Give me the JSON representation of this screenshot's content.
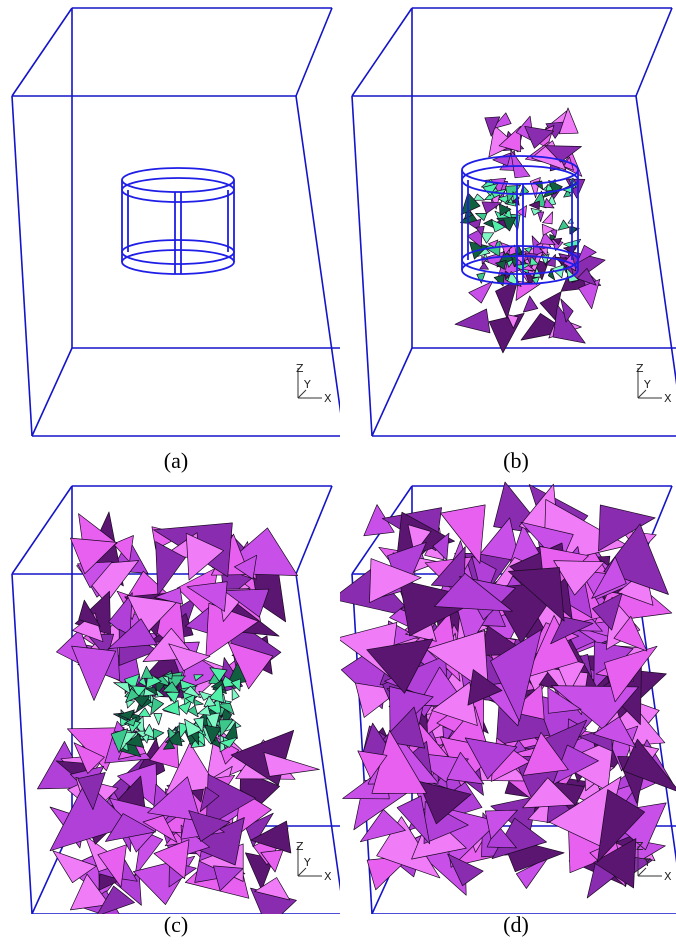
{
  "figure": {
    "panels": [
      {
        "id": "a",
        "caption": "(a)",
        "stage": "empty-box-with-cylinder"
      },
      {
        "id": "b",
        "caption": "(b)",
        "stage": "initial-fragments"
      },
      {
        "id": "c",
        "caption": "(c)",
        "stage": "expanding-fragments"
      },
      {
        "id": "d",
        "caption": "(d)",
        "stage": "filled-volume"
      }
    ],
    "axis_labels": {
      "z": "Z",
      "y": "Y",
      "x": "X"
    },
    "colors": {
      "box": "#1414c8",
      "cylinder": "#1e1ee6",
      "tet_light": "#e860f0",
      "tet_mid": "#b040d8",
      "tet_dark": "#5a1670",
      "inner_light": "#50f0a8",
      "inner_dark": "#106040",
      "edge": "#1a0a22"
    }
  }
}
